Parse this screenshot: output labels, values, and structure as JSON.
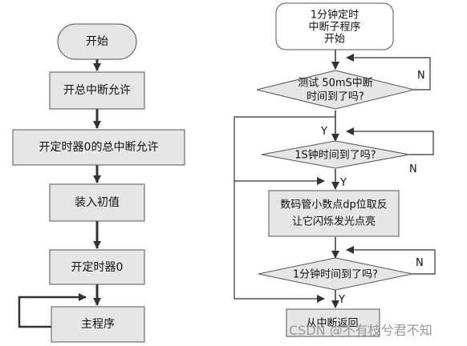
{
  "left_flow": {
    "start": "开始",
    "step1": "开总中断允许",
    "step2": "开定时器0的总中断允许",
    "step3": "装入初值",
    "step4": "开定时器0",
    "step5": "主程序"
  },
  "right_flow": {
    "start_line1": "1分钟定时",
    "start_line2": "中断子程序",
    "start_line3": "开始",
    "decision1_line1": "测试 50mS中断",
    "decision1_line2": "时间到了吗?",
    "decision2": "1S钟时间到了吗?",
    "process_line1": "数码管小数点dp位取反",
    "process_line2": "让它闪烁发光点亮",
    "decision3": "1分钟时间到了吗?",
    "return": "从中断返回",
    "label_n": "N",
    "label_y": "Y"
  },
  "watermark": "CSDN @不有枝兮君不知",
  "colors": {
    "box_fill": "#e6e6e6",
    "stroke": "#555555",
    "arrow": "#333333"
  }
}
